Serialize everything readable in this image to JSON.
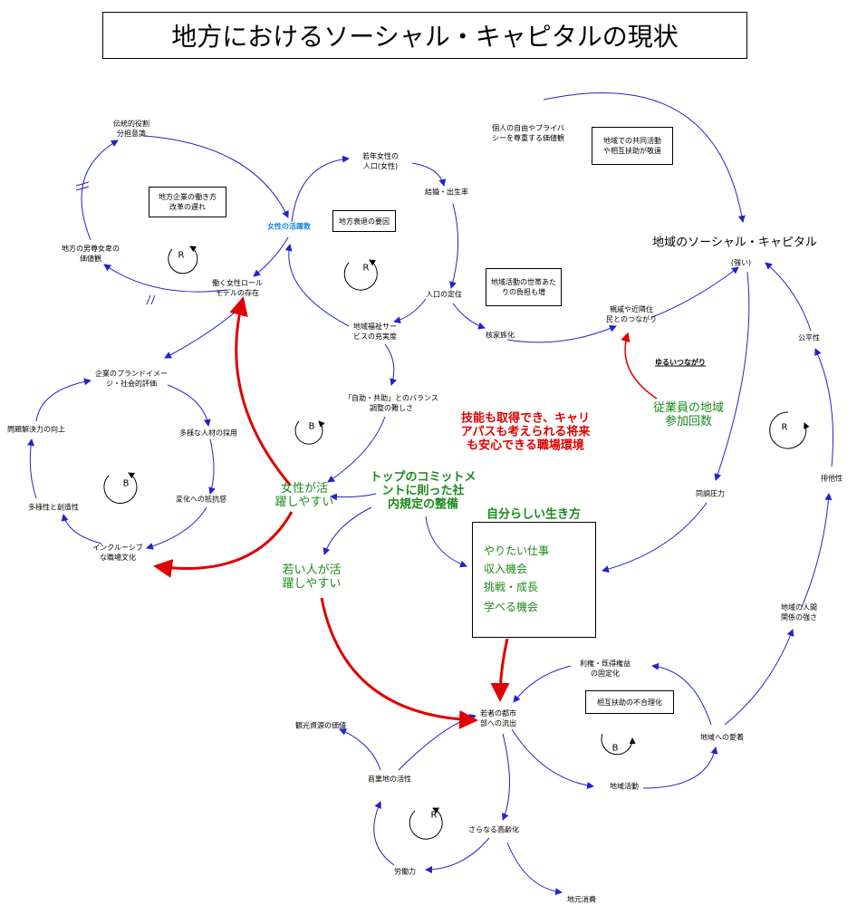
{
  "title": "地方におけるソーシャル・キャピタルの現状",
  "nodes": {
    "traditional": "伝統的役割\n分担意識",
    "values": "地方の男尊女卑の\n価値観",
    "role_model": "働く女性ロール\nモデルの存在",
    "women_active": "女性の活躍数",
    "young_women": "若年女性の\n人口(女性)",
    "marriage": "結婚・出生率",
    "settlement": "人口の定住",
    "welfare": "地域福祉サー\nビスの充実度",
    "nuclear": "核家族化",
    "kinship": "親戚や近隣住\n民とのつながり",
    "social_capital": "地域のソーシャル・キャピタル",
    "strong": "(強い)",
    "fairness": "公平性",
    "exclusive": "排他性",
    "peer_pressure": "同調圧力",
    "human_rel": "地域の人間\n関係の強さ",
    "brand": "企業のブランドイメー\nジ・社会的評価",
    "problem": "問題解決力の向上",
    "diverse_hire": "多様な人材の採用",
    "resistance": "変化への抵抗感",
    "diversity": "多様性と創造性",
    "inclusive": "インクルーシブ\nな職場文化",
    "self_help": "「自助・共助」とのバランス\n調整の難しさ",
    "vested": "利権・既得権益\nの固定化",
    "youth_out": "若者の都市\n部への流出",
    "attachment": "地域への愛着",
    "local_activity": "地域活動",
    "tourism": "観光資源の価値",
    "commerce": "商業地の活性",
    "aging": "さらなる高齢化",
    "labor": "労働力",
    "consumption": "地元消費",
    "loose_ties": "ゆるいつながり"
  },
  "boxes": {
    "company_work": "地方企業の働き方\n改革の遅れ",
    "decline": "地方衰退の要因",
    "privacy": "個人の自由やプライバ\nシーを尊重する価値観",
    "cooperation": "地域での共同活動\nや相互扶助が敬遠",
    "burden": "地域活動の世帯あた\nりの負担も増",
    "mutual_aid": "相互扶助の不合理化"
  },
  "highlights": {
    "employee_participation": "従業員の地域\n参加回数",
    "skills": "技能も取得でき、キャリ\nアパスも考えられる将来\nも安心できる職場環境",
    "commitment": "トップのコミットメ\nントに則った社\n内規定の整備",
    "women_easy": "女性が活\n躍しやすい",
    "youth_easy": "若い人が活\n躍しやすい",
    "own_life": "自分らしい生き方"
  },
  "own_life_items": [
    "やりたい仕事",
    "収入機会",
    "挑戦・成長",
    "学べる機会"
  ],
  "loop_markers": {
    "r1": "R",
    "r2": "R",
    "r3": "R",
    "r4": "R",
    "b1": "B",
    "b2": "B",
    "b3": "B"
  },
  "colors": {
    "arrow": "#2222cc",
    "red_arrow": "#e00000",
    "green": "#1a8a1a",
    "blue_text": "#1c8ad8"
  }
}
